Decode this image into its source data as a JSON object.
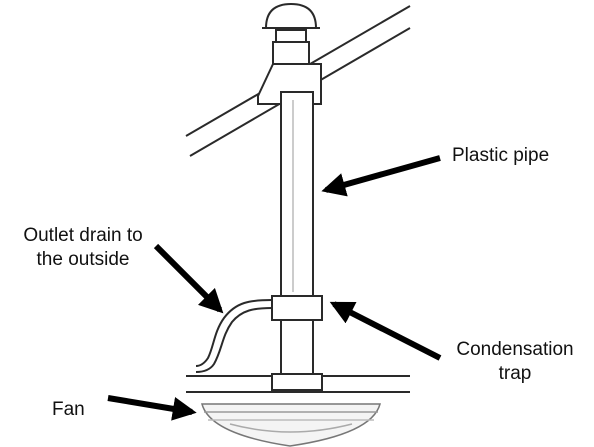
{
  "diagram": {
    "labels": {
      "plastic_pipe": "Plastic pipe",
      "outlet_drain_line1": "Outlet drain to",
      "outlet_drain_line2": "the outside",
      "condensation_line1": "Condensation",
      "condensation_line2": "trap",
      "fan": "Fan"
    },
    "colors": {
      "stroke": "#2a2a2a",
      "fill": "#ffffff",
      "arrow": "#000000"
    }
  }
}
